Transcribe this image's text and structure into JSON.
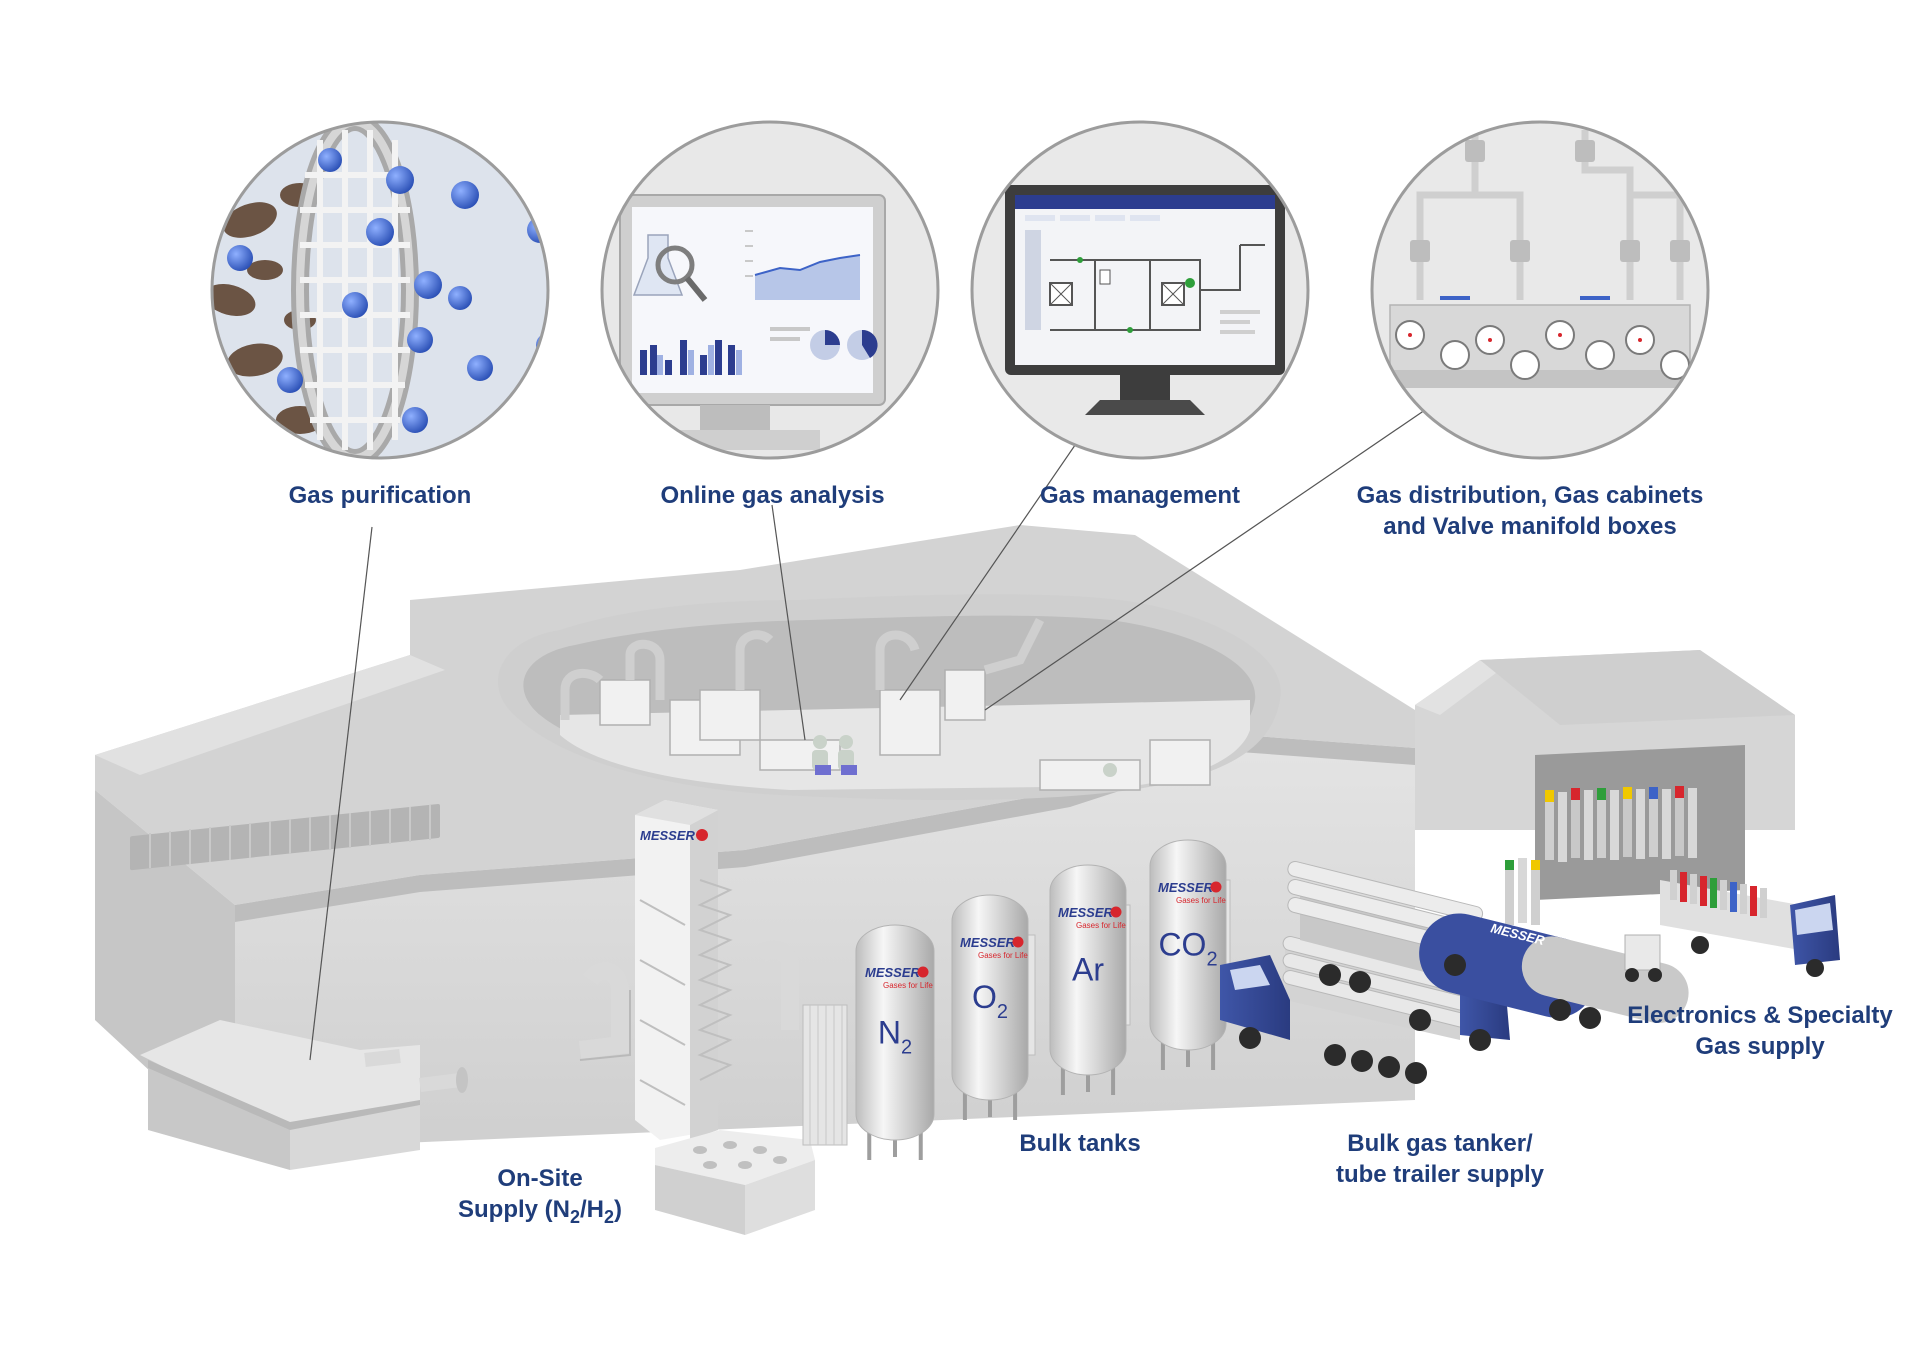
{
  "labels": {
    "gas_purification": "Gas purification",
    "online_gas_analysis": "Online gas analysis",
    "gas_management": "Gas management",
    "gas_distribution_line1": "Gas distribution, Gas cabinets",
    "gas_distribution_line2": "and Valve manifold boxes",
    "electronics_line1": "Electronics & Specialty",
    "electronics_line2": "Gas supply",
    "bulk_tanks": "Bulk tanks",
    "tanker_line1": "Bulk gas tanker/",
    "tanker_line2": "tube trailer supply",
    "onsite_line1": "On-Site",
    "onsite_line2_prefix": "Supply (N",
    "onsite_sub1": "2",
    "onsite_mid": "/H",
    "onsite_sub2": "2",
    "onsite_suffix": ")"
  },
  "tanks": [
    {
      "symbol": "N",
      "subscript": "2"
    },
    {
      "symbol": "O",
      "subscript": "2"
    },
    {
      "symbol": "Ar",
      "subscript": ""
    },
    {
      "symbol": "CO",
      "subscript": "2"
    }
  ],
  "logo": {
    "brand": "MESSER",
    "tagline": "Gases for Life"
  },
  "colors": {
    "label_text": "#1f3d7a",
    "building": "#dcdcdc",
    "building_shadow": "#c4c4c4",
    "roof": "#d2d2d2",
    "brand_red": "#d7262d",
    "brand_blue": "#2c3d8f",
    "truck_blue": "#3a4fa0",
    "molecule": "#3d63c7",
    "particle": "#6b5444",
    "leader_line": "#555555"
  },
  "icons": [
    "purification-filter-icon",
    "analysis-monitor-icon",
    "management-monitor-icon",
    "distribution-manifold-icon"
  ]
}
